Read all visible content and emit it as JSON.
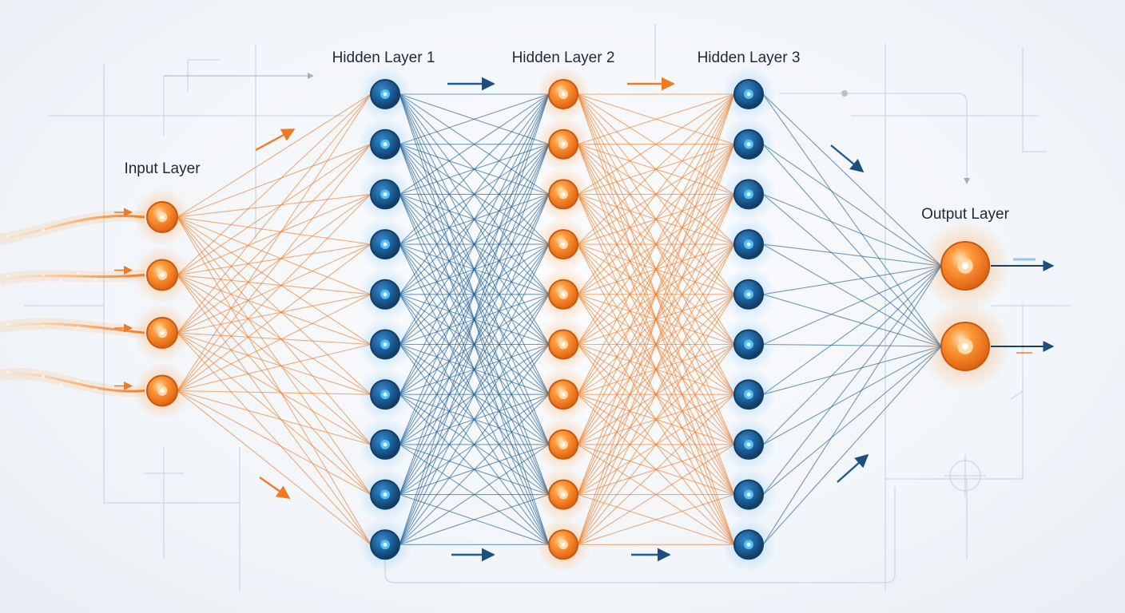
{
  "labels": {
    "input": "Input Layer",
    "hidden1": "Hidden Layer 1",
    "hidden2": "Hidden Layer 2",
    "hidden3": "Hidden Layer 3",
    "output": "Output Layer"
  },
  "layers": [
    {
      "key": "input",
      "node_count": 4,
      "color": "orange"
    },
    {
      "key": "hidden1",
      "node_count": 10,
      "color": "blue"
    },
    {
      "key": "hidden2",
      "node_count": 10,
      "color": "orange"
    },
    {
      "key": "hidden3",
      "node_count": 10,
      "color": "blue"
    },
    {
      "key": "output",
      "node_count": 2,
      "color": "orange"
    }
  ],
  "colors": {
    "orange": "#f07a24",
    "orange_dark": "#c65a12",
    "blue": "#1c5d95",
    "blue_dark": "#123f68",
    "blue_core": "#4fc3f7",
    "orange_core": "#ffd9a8",
    "ink": "#1d2a3a",
    "grid": "#c9d2dc"
  }
}
